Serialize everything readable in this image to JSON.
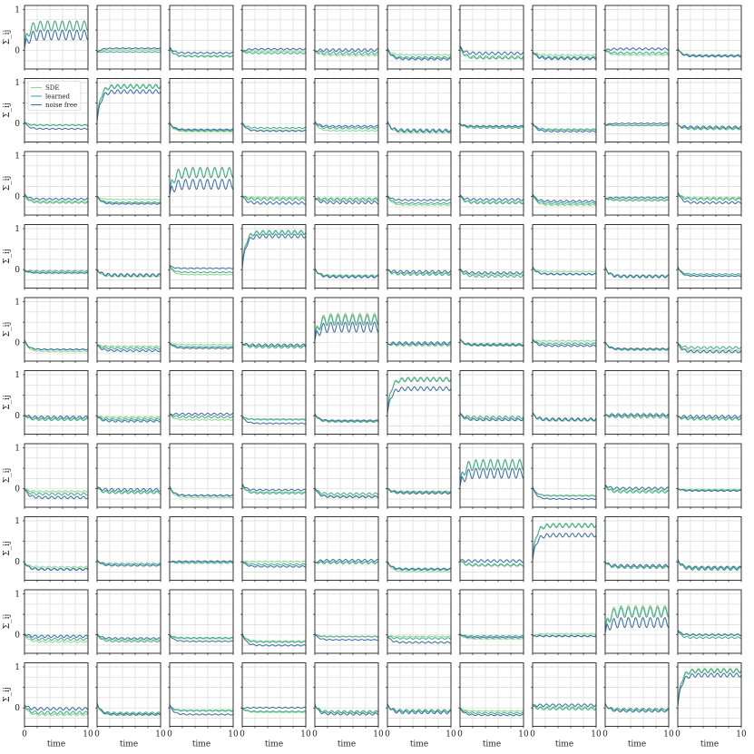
{
  "chart_data": {
    "type": "line",
    "layout": "10x10 small-multiples grid of covariance entries",
    "xlabel": "time",
    "ylabel": "Σ_ij",
    "xlim": [
      0,
      10
    ],
    "ylim": [
      -0.45,
      1.1
    ],
    "x_ticks": [
      0,
      10
    ],
    "y_ticks": [
      0,
      1
    ],
    "grid": true,
    "legend": {
      "placement": "upper-left of panel row 2, column 1",
      "entries": [
        "SDE",
        "learned",
        "noise free"
      ]
    },
    "series_styles": [
      {
        "name": "SDE",
        "color": "#8fd694"
      },
      {
        "name": "learned",
        "color": "#46aa8e"
      },
      {
        "name": "noise free",
        "color": "#3d6fa3"
      }
    ],
    "diagonal_steady_levels": [
      {
        "row": 1,
        "SDE": 0.6,
        "learned": 0.6,
        "noise_free": 0.38,
        "oscillating": true
      },
      {
        "row": 2,
        "SDE": 0.92,
        "learned": 0.9,
        "noise_free": 0.78,
        "oscillating": false
      },
      {
        "row": 3,
        "SDE": 0.6,
        "learned": 0.58,
        "noise_free": 0.3,
        "oscillating": true
      },
      {
        "row": 4,
        "SDE": 0.92,
        "learned": 0.9,
        "noise_free": 0.82,
        "oscillating": false
      },
      {
        "row": 5,
        "SDE": 0.6,
        "learned": 0.55,
        "noise_free": 0.38,
        "oscillating": true
      },
      {
        "row": 6,
        "SDE": 0.9,
        "learned": 0.88,
        "noise_free": 0.66,
        "oscillating": false
      },
      {
        "row": 7,
        "SDE": 0.6,
        "learned": 0.58,
        "noise_free": 0.38,
        "oscillating": true
      },
      {
        "row": 8,
        "SDE": 0.9,
        "learned": 0.88,
        "noise_free": 0.65,
        "oscillating": false
      },
      {
        "row": 9,
        "SDE": 0.6,
        "learned": 0.55,
        "noise_free": 0.3,
        "oscillating": true
      },
      {
        "row": 10,
        "SDE": 0.92,
        "learned": 0.9,
        "noise_free": 0.8,
        "oscillating": false
      }
    ],
    "off_diagonal_approx_level": -0.1
  }
}
